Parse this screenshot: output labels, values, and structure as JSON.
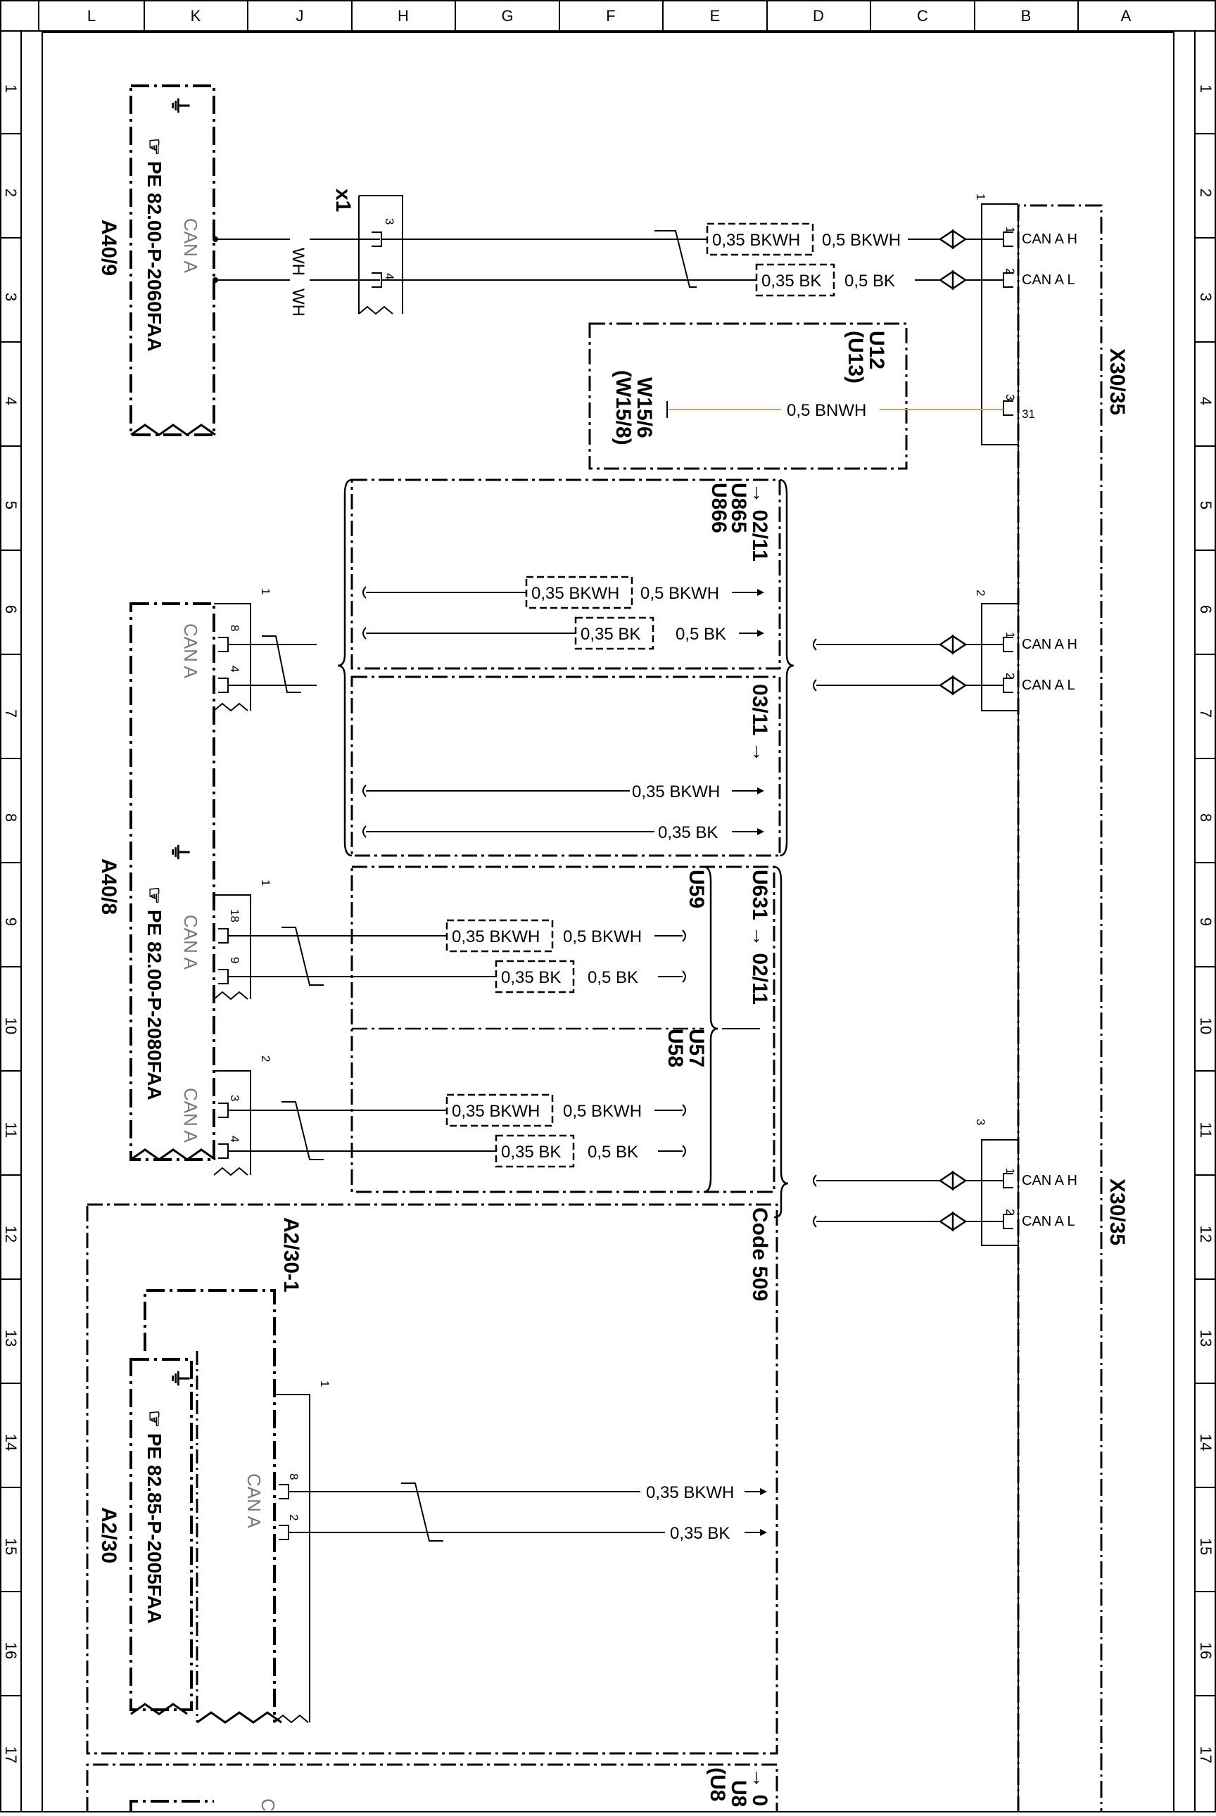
{
  "grid": {
    "columns": [
      "L",
      "K",
      "J",
      "H",
      "G",
      "F",
      "E",
      "D",
      "C",
      "B",
      "A"
    ],
    "rows": [
      "1",
      "2",
      "3",
      "4",
      "5",
      "6",
      "7",
      "8",
      "9",
      "10",
      "11",
      "12",
      "13",
      "14",
      "15",
      "16",
      "17"
    ]
  },
  "ground_symbol": "⏚",
  "components": {
    "a40_9": {
      "label": "A40/9",
      "doc": "☞ PE 82.00-P-2060FAA",
      "bus": "CAN A"
    },
    "a40_8": {
      "label": "A40/8",
      "doc": "☞ PE 82.00-P-2080FAA",
      "bus": "CAN A"
    },
    "a2_30": {
      "label": "A2/30",
      "doc": "☞ PE 82.85-P-2005FAA"
    },
    "a2_30_1": {
      "label": "A2/30-1",
      "bus": "CAN A"
    },
    "x30_35_top": "X30/35",
    "x30_35_bottom": "X30/35",
    "x1": "x1",
    "w15": {
      "line1": "W15/6",
      "line2": "(W15/8)"
    },
    "u12": {
      "line1": "U12",
      "line2": "(U13)"
    }
  },
  "connector_nums": {
    "n1": "1",
    "n2": "2",
    "n3": "3",
    "n4": "4",
    "n8": "8",
    "n9": "9",
    "n18": "18"
  },
  "pins": {
    "can_ah": "CAN A H",
    "can_al": "CAN A L",
    "p31": "31"
  },
  "wires": {
    "wh": "WH",
    "bkwh_035": "0,35 BKWH",
    "bkwh_05": "0,5 BKWH",
    "bk_035": "0,35 BK",
    "bk_05": "0,5 BK",
    "bnwh_05": "0,5 BNWH"
  },
  "variants": {
    "v1": "→ 02/11",
    "v1_codes": [
      "U865",
      "U866"
    ],
    "v2": "03/11 →",
    "v3": "U631 → 02/11",
    "v3_codes": [
      "U59"
    ],
    "v4_codes": [
      "U57",
      "U58"
    ],
    "v5": "Code 509",
    "v6": "→ 0",
    "v6_code": "U8",
    "v6_code2": "(U8"
  },
  "partial_label": "C"
}
